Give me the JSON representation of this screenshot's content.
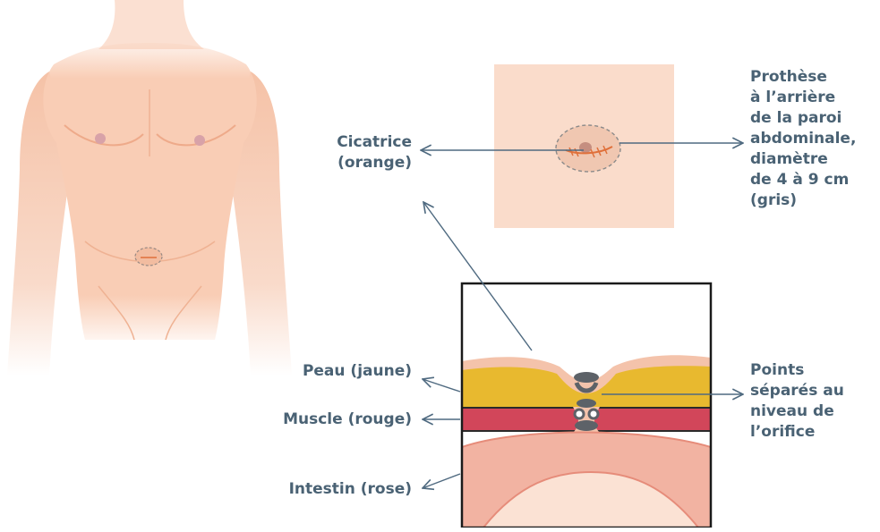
{
  "labels": {
    "cicatrice": {
      "line1": "Cicatrice",
      "line2": "(orange)"
    },
    "prothese": [
      "Prothèse",
      "à l’arrière",
      "de la paroi",
      "abdominale,",
      "diamètre",
      "de 4 à 9 cm",
      "(gris)"
    ],
    "peau": "Peau (jaune)",
    "muscle": "Muscle (rouge)",
    "intestin": "Intestin (rose)",
    "points": [
      "Points",
      "séparés au",
      "niveau de",
      "l’orifice"
    ]
  },
  "colors": {
    "text": "#4a6274",
    "arrow": "#4f6a80",
    "skin": "#f9cdb5",
    "skin_shadow": "#f0b79a",
    "skin_bg": "#fadccb",
    "scar": "#e0703a",
    "prosthesis": "#8a8a8a",
    "fat_yellow": "#e8b92f",
    "muscle_red": "#d2465a",
    "intestine_pink": "#f2b3a2",
    "suture": "#5d6268"
  }
}
